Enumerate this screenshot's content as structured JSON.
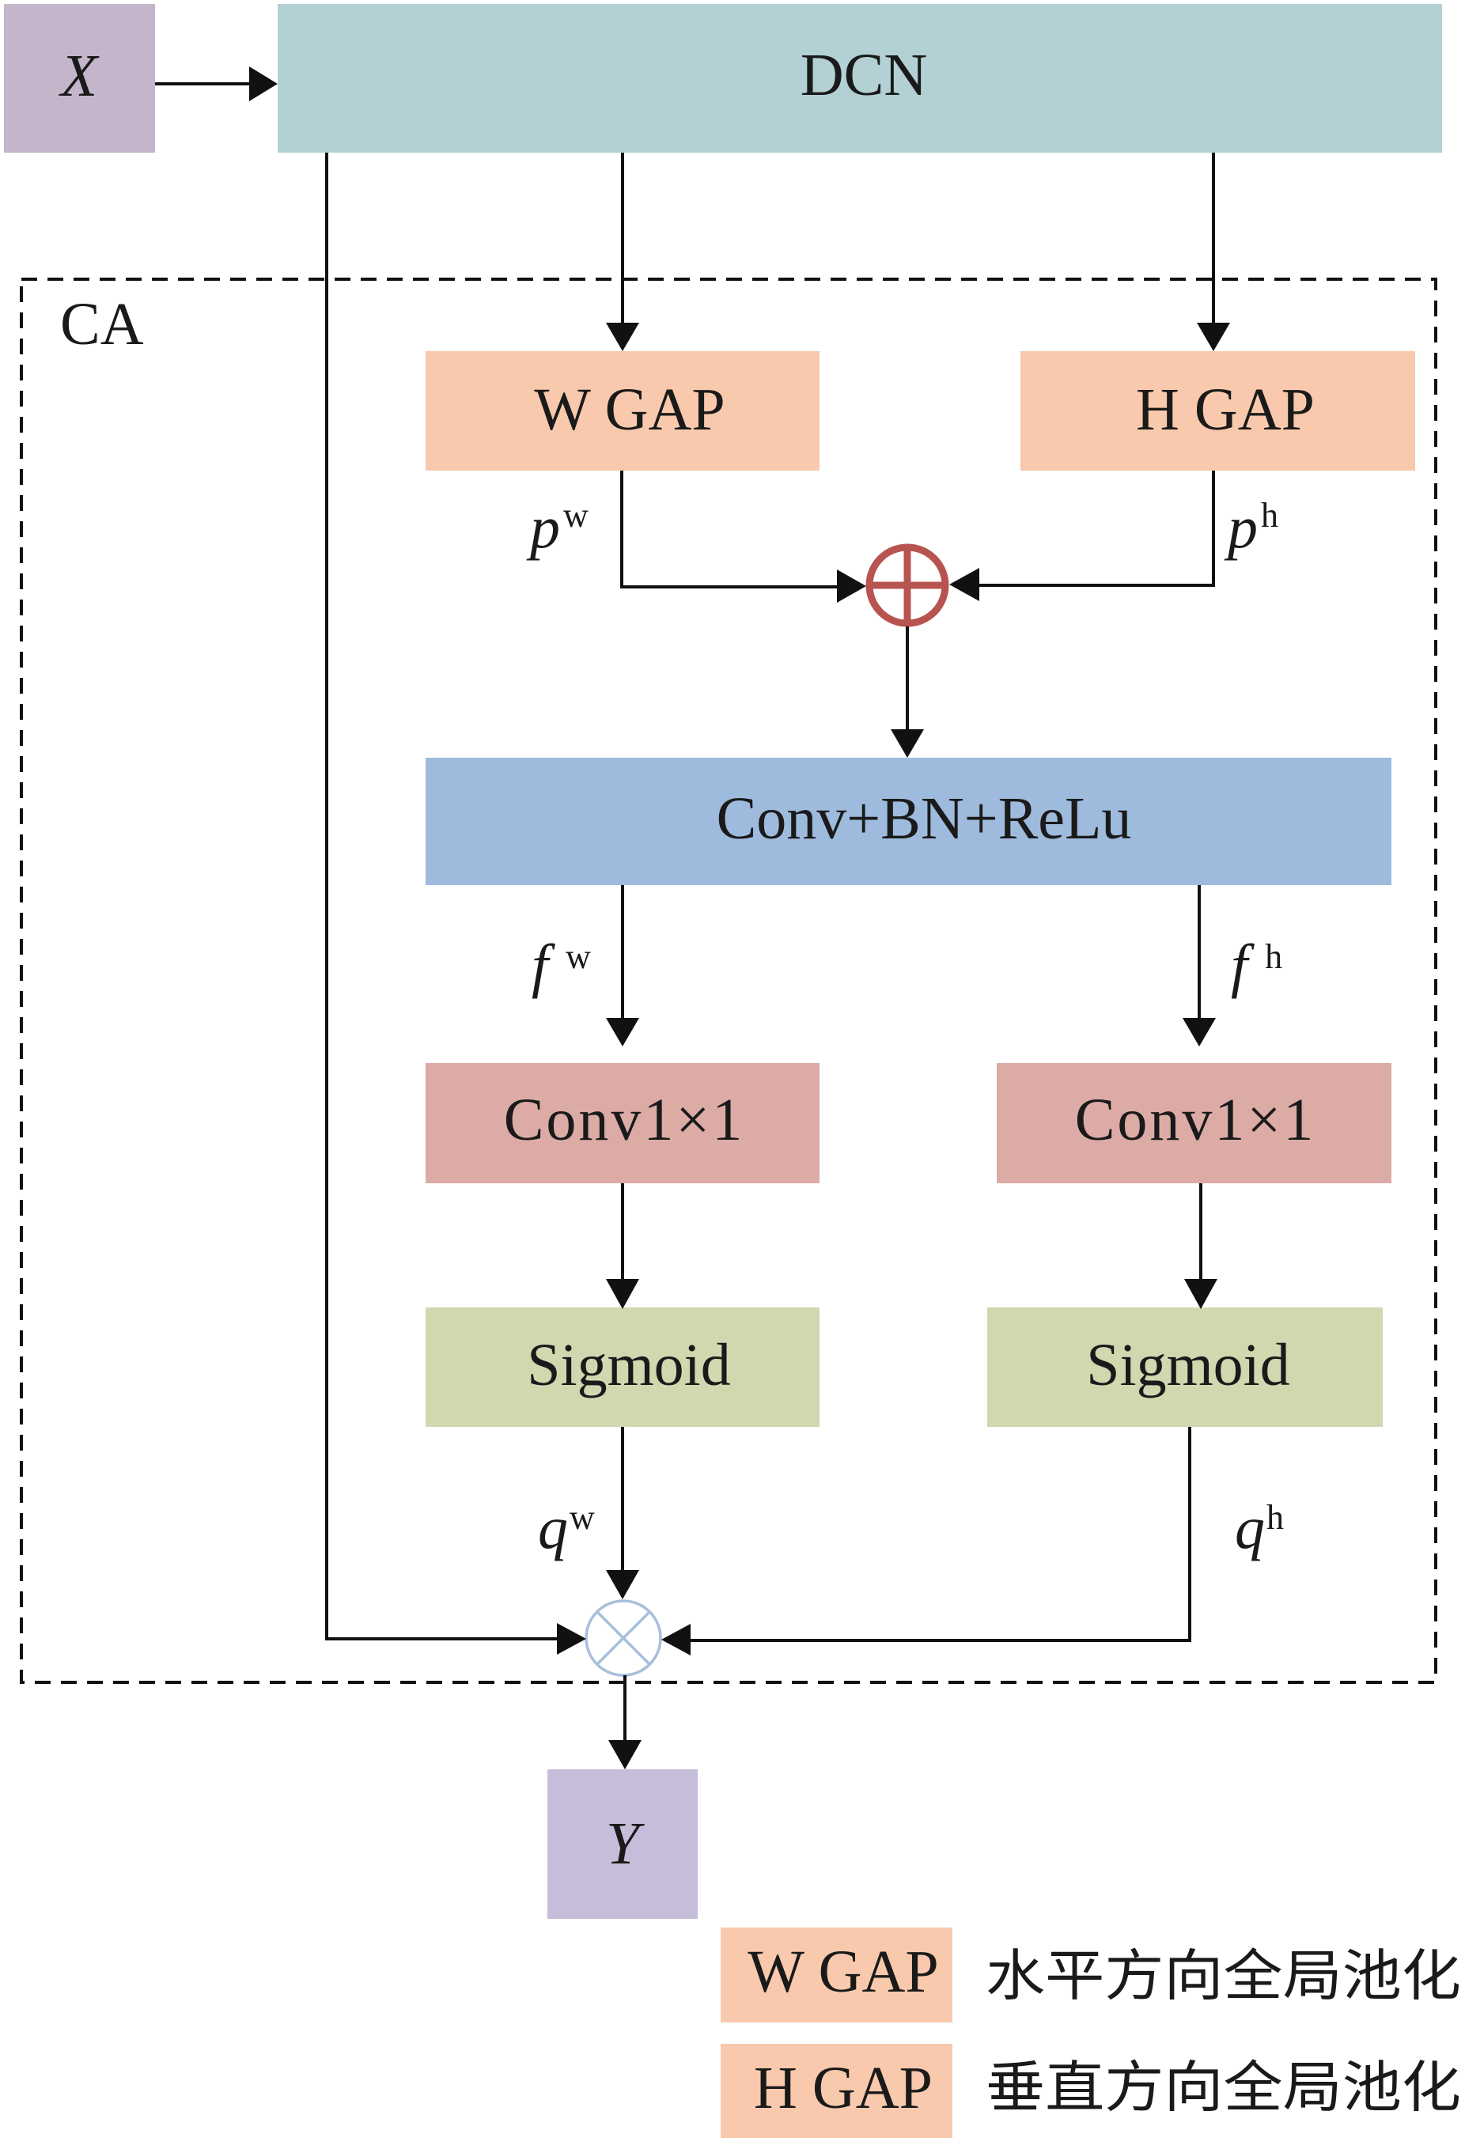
{
  "figure": {
    "input_label": "X",
    "output_label": "Y",
    "dcn_label": "DCN",
    "ca_group_label": "CA",
    "w_gap_label": "W GAP",
    "h_gap_label": "H GAP",
    "conv_bn_relu_label": "Conv+BN+ReLu",
    "conv1x1_w_label": "Conv1×1",
    "conv1x1_h_label": "Conv1×1",
    "sigmoid_w_label": "Sigmoid",
    "sigmoid_h_label": "Sigmoid",
    "edge_labels": {
      "p_w": {
        "base": "p",
        "sup": "w"
      },
      "p_h": {
        "base": "p",
        "sup": "h"
      },
      "f_w": {
        "base": "f",
        "sup": "w"
      },
      "f_h": {
        "base": "f",
        "sup": "h"
      },
      "q_w": {
        "base": "q",
        "sup": "w"
      },
      "q_h": {
        "base": "q",
        "sup": "h"
      }
    },
    "operators": {
      "add": "element-wise addition",
      "multiply": "element-wise multiplication"
    }
  },
  "legend": [
    {
      "key": "W GAP",
      "description": "水平方向全局池化"
    },
    {
      "key": "H GAP",
      "description": "垂直方向全局池化"
    }
  ],
  "colors": {
    "input": "#c5b5ca",
    "output": "#c5bdd9",
    "dcn": "#b3d0d4",
    "gap": "#f8c9ac",
    "conv_bn_relu": "#9ebbde",
    "conv1x1": "#dcaba6",
    "sigmoid": "#d0d8b0",
    "add_operator": "#b85450",
    "multiply_operator": "#a8bfdc"
  }
}
